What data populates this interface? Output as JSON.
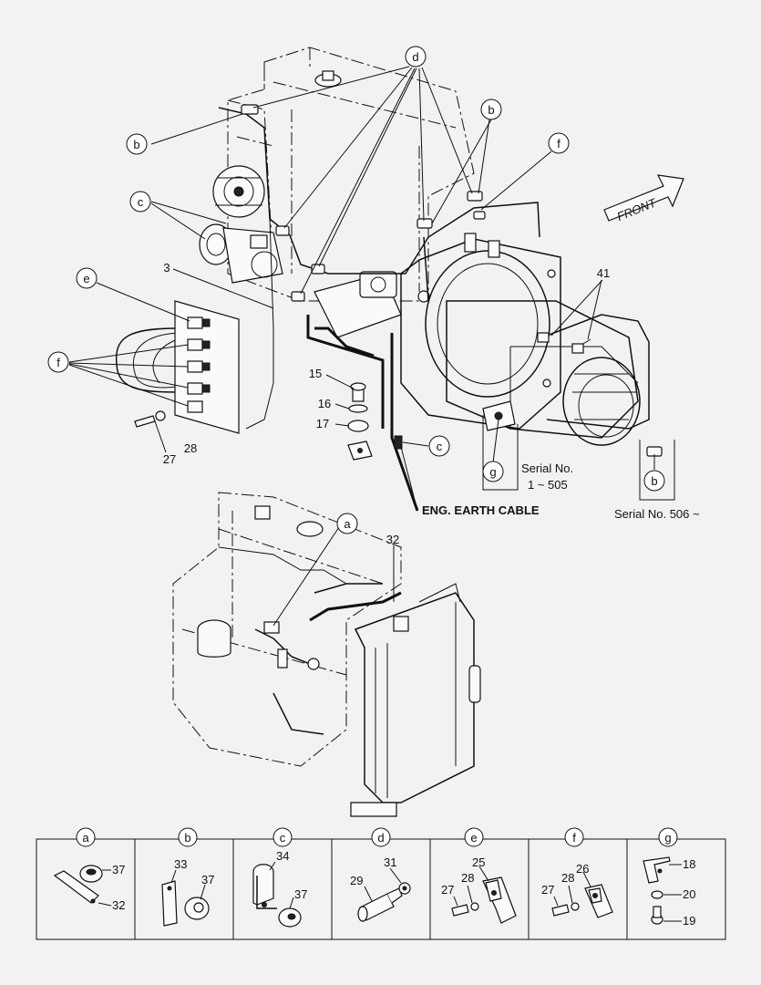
{
  "callouts": {
    "d": "d",
    "b_top_left": "b",
    "b_top_right": "b",
    "f_top": "f",
    "c_left": "c",
    "num_3": "3",
    "e_left": "e",
    "f_left": "f",
    "num_41": "41",
    "num_15": "15",
    "num_16": "16",
    "num_17": "17",
    "c_bottom": "c",
    "num_27": "27",
    "num_28": "28",
    "g_box": "g",
    "b_box": "b",
    "a_lower": "a",
    "num_32": "32"
  },
  "front_label": "FRONT",
  "serial_1": "Serial No.",
  "serial_1_range": "1 ~ 505",
  "serial_2": "Serial No. 506 ~",
  "earth_cable": "ENG. EARTH CABLE",
  "details": [
    {
      "key": "a",
      "nums": [
        "37",
        "32"
      ]
    },
    {
      "key": "b",
      "nums": [
        "33",
        "37"
      ]
    },
    {
      "key": "c",
      "nums": [
        "34",
        "37"
      ]
    },
    {
      "key": "d",
      "nums": [
        "29",
        "31"
      ]
    },
    {
      "key": "e",
      "nums": [
        "25",
        "27",
        "28"
      ]
    },
    {
      "key": "f",
      "nums": [
        "26",
        "27",
        "28"
      ]
    },
    {
      "key": "g",
      "nums": [
        "18",
        "20",
        "19"
      ]
    }
  ]
}
